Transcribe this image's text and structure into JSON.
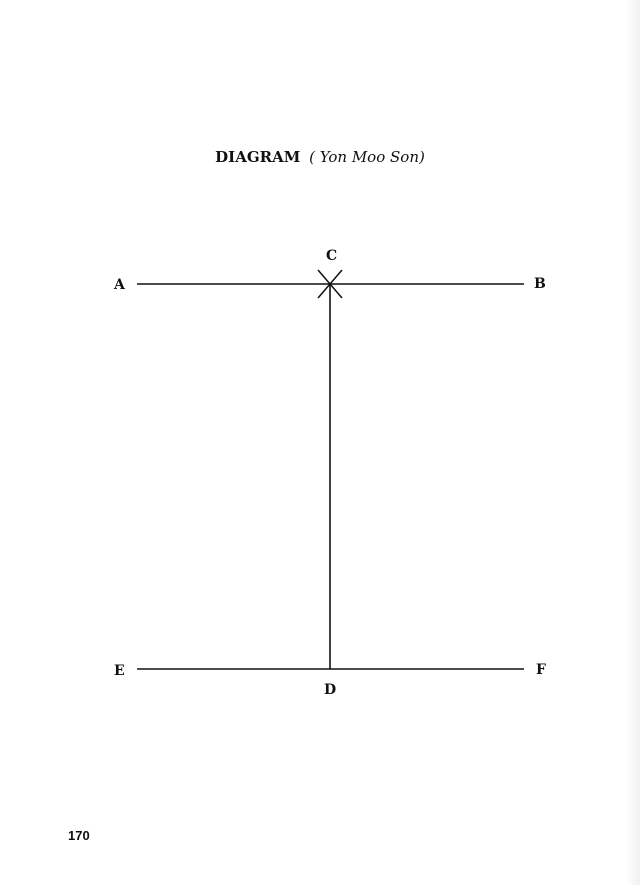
{
  "title": {
    "main": "DIAGRAM",
    "sub": "( Yon Moo Son)"
  },
  "points": {
    "a": "A",
    "b": "B",
    "c": "C",
    "d": "D",
    "e": "E",
    "f": "F"
  },
  "page_number": "170",
  "colors": {
    "ink": "#111111",
    "paper": "#ffffff"
  }
}
